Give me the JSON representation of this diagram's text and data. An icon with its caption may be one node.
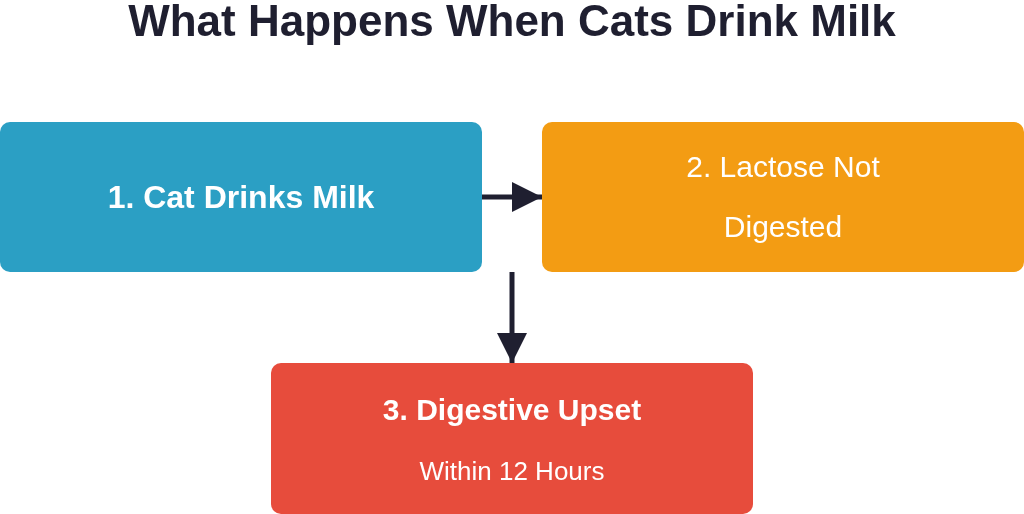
{
  "diagram": {
    "title": "What Happens When Cats Drink Milk",
    "nodes": [
      {
        "text": [
          "1. Cat Drinks Milk"
        ]
      },
      {
        "text": [
          "2. Lactose Not Digested"
        ]
      },
      {
        "text": [
          "3. Digestive Upset",
          "Within 12 Hours"
        ]
      }
    ],
    "edges": [
      {
        "from": 0,
        "to": 1,
        "arrow": "to"
      },
      {
        "from": 1,
        "to": 2,
        "arrow": "to"
      }
    ]
  }
}
